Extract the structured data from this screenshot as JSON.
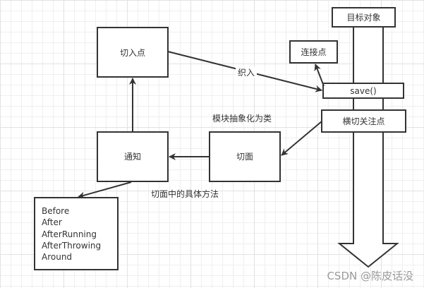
{
  "diagram": {
    "nodes": {
      "target_object": "目标对象",
      "join_point": "连接点",
      "save_method": "save()",
      "cross_cutting_concern": "横切关注点",
      "pointcut": "切入点",
      "advice": "通知",
      "aspect": "切面",
      "advice_types": [
        "Before",
        "After",
        "AfterRunning",
        "AfterThrowing",
        "Around"
      ]
    },
    "edge_labels": {
      "weave": "织入",
      "modularize_as_class": "模块抽象化为类",
      "concrete_method_in_aspect": "切面中的具体方法"
    },
    "watermark": "CSDN @陈皮话没"
  }
}
